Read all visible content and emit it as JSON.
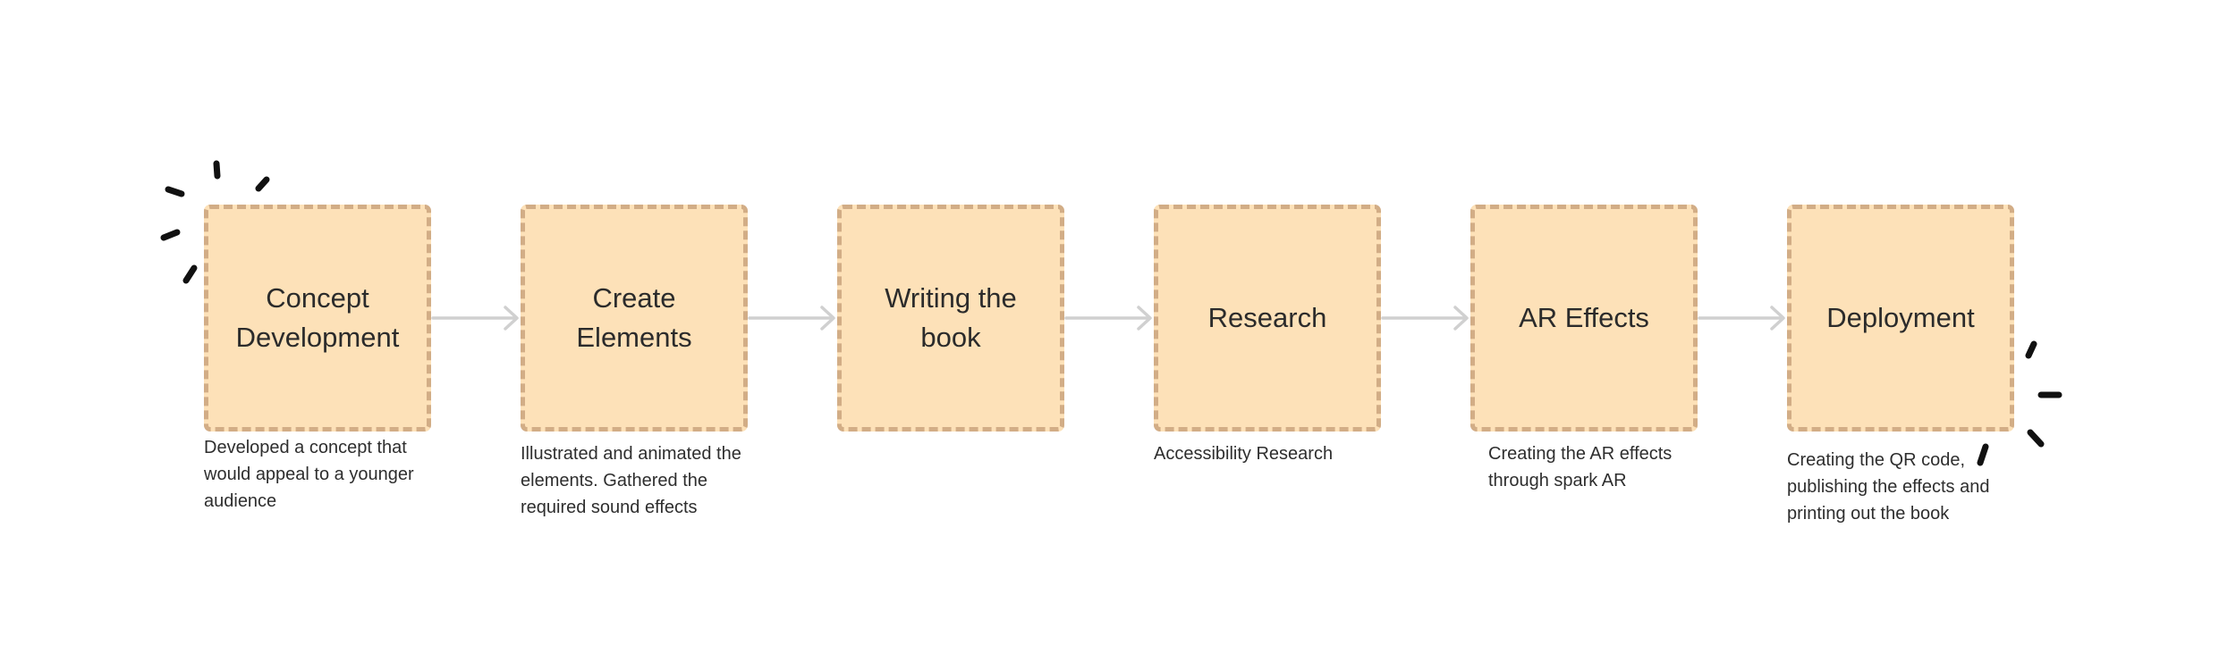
{
  "diagram": {
    "steps": [
      {
        "title": "Concept\nDevelopment",
        "description": "Developed a concept that\nwould appeal to a younger\naudience"
      },
      {
        "title": "Create\nElements",
        "description": "Illustrated and animated the\nelements. Gathered the\nrequired sound effects"
      },
      {
        "title": "Writing the\nbook",
        "description": ""
      },
      {
        "title": "Research",
        "description": "Accessibility Research"
      },
      {
        "title": "AR Effects",
        "description": "Creating the AR effects\nthrough spark AR"
      },
      {
        "title": "Deployment",
        "description": "Creating the QR code,\npublishing the effects and\nprinting out the book"
      }
    ],
    "colors": {
      "box_fill": "#fde1b8",
      "box_border": "#d2ad86",
      "arrow": "#d0d0d0",
      "accent_marks": "#111111"
    }
  }
}
